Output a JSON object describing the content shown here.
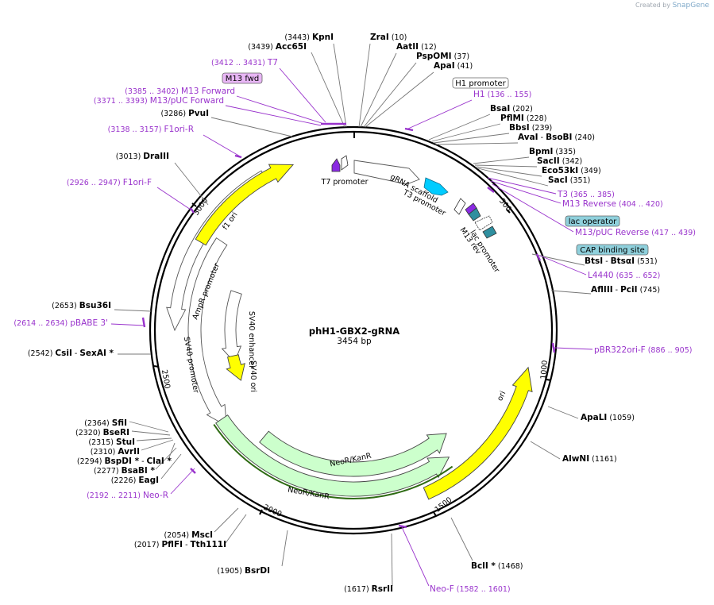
{
  "credit": {
    "prefix": "Created by",
    "brand": "SnapGene"
  },
  "plasmid": {
    "name": "phH1-GBX2-gRNA",
    "length_label": "3454 bp",
    "length": 3454
  },
  "colors": {
    "site": "#000000",
    "primer": "#9933cc",
    "ori": "#ffff00",
    "neo": "#ccffcc",
    "scaffold": "#00ccff",
    "lac": "#2f8f9f",
    "t7": "#8a2be2"
  },
  "ticks": [
    "500",
    "1000",
    "1500",
    "2000",
    "2500",
    "3000"
  ],
  "sites": [
    {
      "name": "KpnI",
      "pos": "(3443)"
    },
    {
      "name": "Acc65I",
      "pos": "(3439)"
    },
    {
      "name": "ZraI",
      "pos": "(10)"
    },
    {
      "name": "AatII",
      "pos": "(12)"
    },
    {
      "name": "PspOMI",
      "pos": "(37)"
    },
    {
      "name": "ApaI",
      "pos": "(41)"
    },
    {
      "name": "BsaI",
      "pos": "(202)"
    },
    {
      "name": "PflMI",
      "pos": "(228)"
    },
    {
      "name": "BbsI",
      "pos": "(239)"
    },
    {
      "name": "AvaI",
      "sep": " - ",
      "name2": "BsoBI",
      "pos": "(240)"
    },
    {
      "name": "BpmI",
      "pos": "(335)"
    },
    {
      "name": "SacII",
      "pos": "(342)"
    },
    {
      "name": "Eco53kI",
      "pos": "(349)"
    },
    {
      "name": "SacI",
      "pos": "(351)"
    },
    {
      "name": "BtsI",
      "sep": " - ",
      "name2": "BtsαI",
      "pos": "(531)"
    },
    {
      "name": "AflIII",
      "sep": " - ",
      "name2": "PciI",
      "pos": "(745)"
    },
    {
      "name": "ApaLI",
      "pos": "(1059)"
    },
    {
      "name": "AlwNI",
      "pos": "(1161)"
    },
    {
      "name": "BclI *",
      "pos": "(1468)"
    },
    {
      "name": "RsrII",
      "pos": "(1617)"
    },
    {
      "name": "BsrDI",
      "pos": "(1905)"
    },
    {
      "name": "MscI",
      "pos": "(2054)"
    },
    {
      "name": "PflFI",
      "sep": " - ",
      "name2": "Tth111I",
      "pos": "(2017)"
    },
    {
      "name": "EagI",
      "pos": "(2226)"
    },
    {
      "name": "BsaBI *",
      "pos": "(2277)"
    },
    {
      "name": "BspDI *",
      "sep": " - ",
      "name2": "ClaI *",
      "pos": "(2294)"
    },
    {
      "name": "AvrII",
      "pos": "(2310)"
    },
    {
      "name": "StuI",
      "pos": "(2315)"
    },
    {
      "name": "BseRI",
      "pos": "(2320)"
    },
    {
      "name": "SfiI",
      "pos": "(2364)"
    },
    {
      "name": "CsiI",
      "sep": " - ",
      "name2": "SexAI *",
      "pos": "(2542)"
    },
    {
      "name": "Bsu36I",
      "pos": "(2653)"
    },
    {
      "name": "DraIII",
      "pos": "(3013)"
    },
    {
      "name": "PvuI",
      "pos": "(3286)"
    }
  ],
  "primers": [
    {
      "name": "T7",
      "range": "(3412 .. 3431)"
    },
    {
      "name": "M13 Forward",
      "range": "(3385 .. 3402)"
    },
    {
      "name": "M13/pUC Forward",
      "range": "(3371 .. 3393)"
    },
    {
      "name": "F1ori-R",
      "range": "(3138 .. 3157)"
    },
    {
      "name": "F1ori-F",
      "range": "(2926 .. 2947)"
    },
    {
      "name": "pBABE 3'",
      "range": "(2614 .. 2634)"
    },
    {
      "name": "Neo-R",
      "range": "(2192 .. 2211)"
    },
    {
      "name": "Neo-F",
      "range": "(1582 .. 1601)"
    },
    {
      "name": "pBR322ori-F",
      "range": "(886 .. 905)"
    },
    {
      "name": "L4440",
      "range": "(635 .. 652)"
    },
    {
      "name": "M13/pUC Reverse",
      "range": "(417 .. 439)"
    },
    {
      "name": "M13 Reverse",
      "range": "(404 .. 420)"
    },
    {
      "name": "T3",
      "range": "(365 .. 385)"
    },
    {
      "name": "H1",
      "range": "(136 .. 155)"
    }
  ],
  "boxed_labels": [
    "M13 fwd",
    "H1 promoter",
    "lac operator",
    "CAP binding site"
  ],
  "features": [
    "T7 promoter",
    "gRNA scaffold",
    "T3 promoter",
    "M13 rev",
    "lac promoter",
    "ori",
    "NeoR/KanR",
    "NeoR/KanR",
    "SV40 ori",
    "SV40 enhancer",
    "SV40 promoter",
    "AmpR promoter",
    "f1 ori"
  ]
}
